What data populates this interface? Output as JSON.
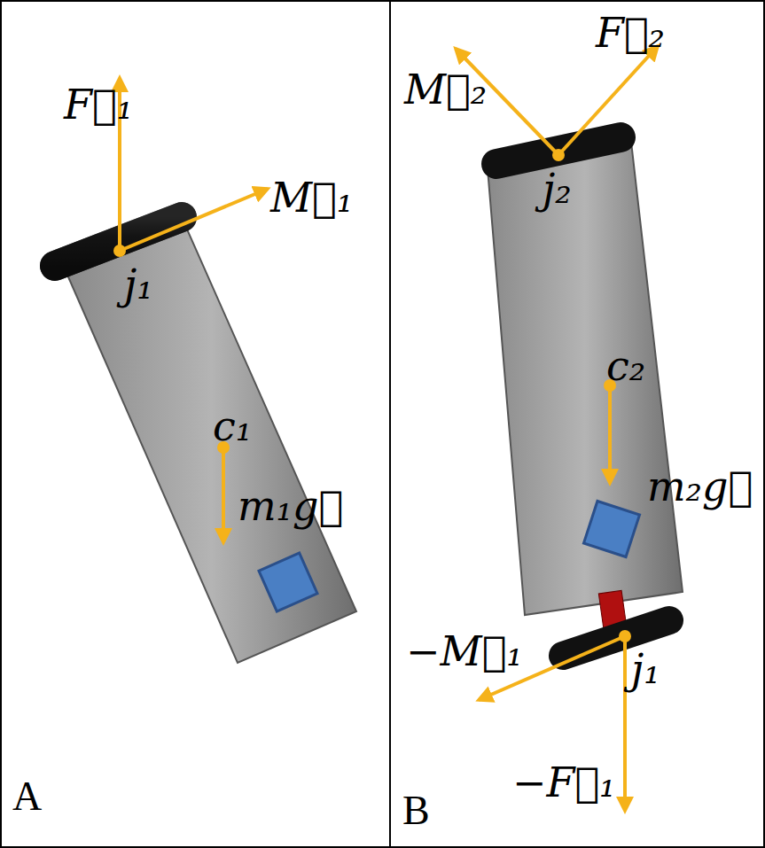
{
  "diagram": {
    "labels": [
      "F⃗₁",
      "M⃗₁",
      "j₁",
      "c₁",
      "m₁g⃗",
      "A",
      "M⃗₂",
      "F⃗₂",
      "j₂",
      "c₂",
      "m₂g⃗",
      "−M⃗₁",
      "j₁",
      "−F⃗₁",
      "B"
    ]
  }
}
